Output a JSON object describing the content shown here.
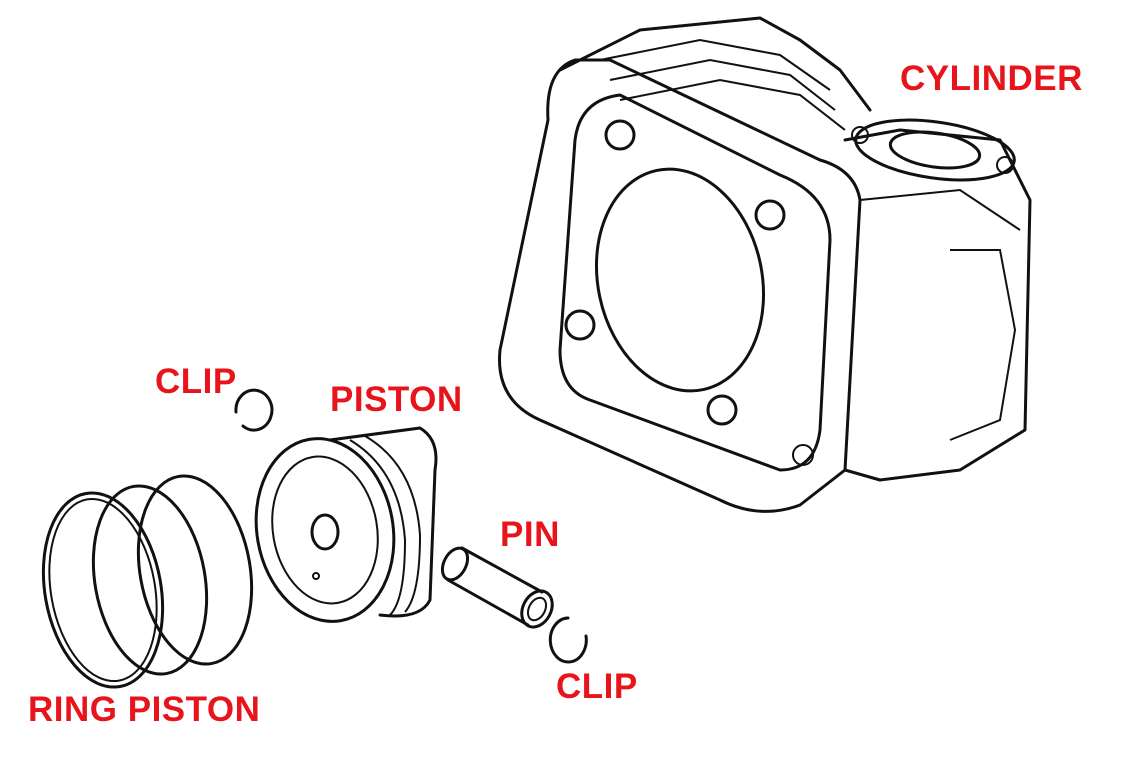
{
  "labels": {
    "cylinder": "CYLINDER",
    "clip_top": "CLIP",
    "piston": "PISTON",
    "pin": "PIN",
    "clip_bottom": "CLIP",
    "ring_piston": "RING PISTON"
  },
  "colors": {
    "label": "#e8141c",
    "line": "#111111"
  }
}
